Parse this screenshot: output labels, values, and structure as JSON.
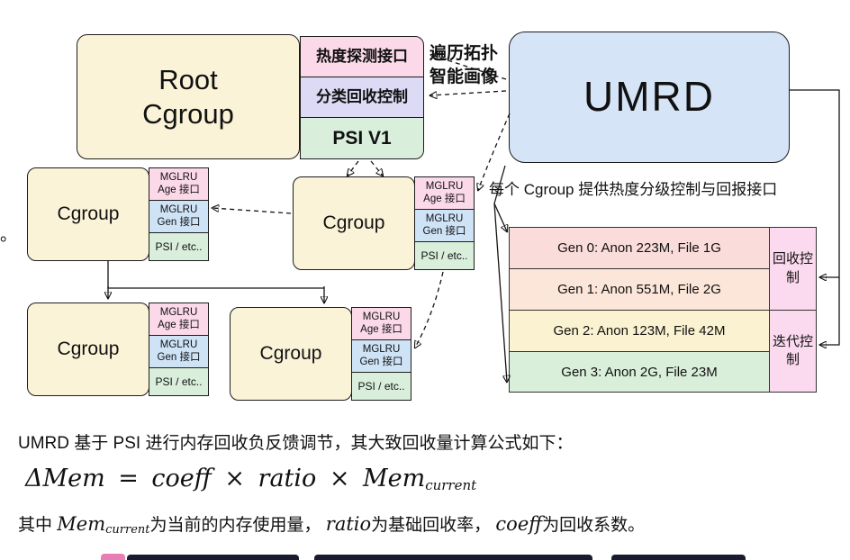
{
  "root": {
    "line1": "Root",
    "line2": "Cgroup"
  },
  "root_interfaces": [
    {
      "label": "热度探测接口",
      "color": "#FBD9E8"
    },
    {
      "label": "分类回收控制",
      "color": "#DCDAF4"
    },
    {
      "label": "PSI V1",
      "color": "#D9EFDC"
    }
  ],
  "umrd": {
    "label": "UMRD"
  },
  "traverse_note": {
    "line1": "遍历拓扑",
    "line2": "智能画像"
  },
  "cgroup_unit": {
    "label": "Cgroup",
    "age": {
      "l1": "MGLRU",
      "l2": "Age 接口"
    },
    "gen": {
      "l1": "MGLRU",
      "l2": "Gen 接口"
    },
    "psi": {
      "label": "PSI / etc.."
    }
  },
  "per_cgroup_note": "每个 Cgroup 提供热度分级控制与回报接口",
  "gen_table": {
    "rows": [
      {
        "label": "Gen 0: Anon 223M, File 1G",
        "color": "#FADCDA"
      },
      {
        "label": "Gen 1: Anon 551M, File 2G",
        "color": "#FCE6D9"
      },
      {
        "label": "Gen 2: Anon 123M, File 42M",
        "color": "#FAF2D0"
      },
      {
        "label": "Gen 3: Anon 2G, File 23M",
        "color": "#D9EFDA"
      }
    ],
    "controls": [
      {
        "label": "回收控制"
      },
      {
        "label": "迭代控制"
      }
    ],
    "control_color": "#FBD9EE"
  },
  "stray_mark": "。",
  "footer": {
    "line1": "UMRD 基于 PSI 进行内存回收负反馈调节，其大致回收量计算公式如下：",
    "formula": {
      "lhs": "ΔMem",
      "eq": "=",
      "coeff": "coeff",
      "times1": "×",
      "ratio": "ratio",
      "times2": "×",
      "mem": "Mem",
      "sub": "current"
    },
    "line3": {
      "prefix": "其中 ",
      "mem": "Mem",
      "mem_sub": "current",
      "part1": "为当前的内存使用量， ",
      "ratio": "ratio",
      "part2": "为基础回收率， ",
      "coeff": "coeff",
      "part3": "为回收系数。"
    }
  }
}
